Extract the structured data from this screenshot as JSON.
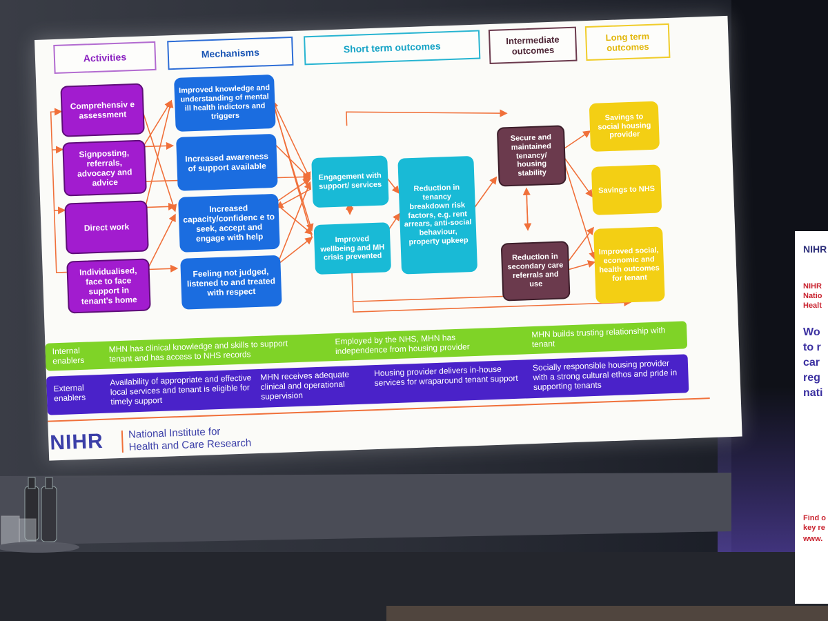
{
  "headers": {
    "activities": "Activities",
    "mechanisms": "Mechanisms",
    "short_term": "Short term outcomes",
    "intermediate": "Intermediate outcomes",
    "long_term": "Long term outcomes"
  },
  "activities": [
    "Comprehensiv e assessment",
    "Signposting, referrals, advocacy and advice",
    "Direct work",
    "Individualised, face to face support in tenant's home"
  ],
  "mechanisms": [
    "Improved knowledge and understanding of mental ill health indictors and triggers",
    "Increased awareness of support available",
    "Increased capacity/confidenc e to seek, accept and engage with help",
    "Feeling not judged, listened to and treated with respect"
  ],
  "short_term": {
    "engagement": "Engagement with support/ services",
    "wellbeing": "Improved wellbeing and MH crisis prevented",
    "reduction": "Reduction in tenancy breakdown risk factors, e.g. rent arrears, anti-social behaviour, property upkeep"
  },
  "intermediate": {
    "tenancy": "Secure and maintained tenancy/ housing stability",
    "secondary": "Reduction in secondary care referrals and use"
  },
  "long_term": [
    "Savings to social housing provider",
    "Savings to NHS",
    "Improved social, economic and health outcomes for tenant"
  ],
  "internal_enablers": {
    "label": "Internal enablers",
    "items": [
      "MHN has clinical knowledge and skills to support tenant and has access to NHS records",
      "Employed by the NHS, MHN has independence from housing provider",
      "MHN builds trusting relationship with tenant"
    ]
  },
  "external_enablers": {
    "label": "External enablers",
    "items": [
      "Availability of appropriate and effective local services and tenant is eligible for timely support",
      "MHN receives adequate clinical and operational supervision",
      "Housing provider delivers in-house services for wraparound tenant support",
      "Socially responsible housing provider with a strong cultural ethos and pride in supporting tenants"
    ]
  },
  "logo": {
    "mark": "NIHR",
    "line1": "National Institute for",
    "line2": "Health and Care Research"
  },
  "banner": {
    "lines": [
      "NIHR",
      "NIHR",
      "Natio",
      "Healt",
      "Wo",
      "to r",
      "car",
      "reg",
      "nati",
      "Find o",
      "key re",
      "www."
    ]
  },
  "colors": {
    "activity": "#a21ccf",
    "mechanism": "#1b6de0",
    "short_term": "#19bad6",
    "intermediate": "#6b3a4d",
    "long_term": "#f3cf14",
    "internal": "#7fd327",
    "external": "#4a22c9",
    "arrow": "#f0703a"
  }
}
